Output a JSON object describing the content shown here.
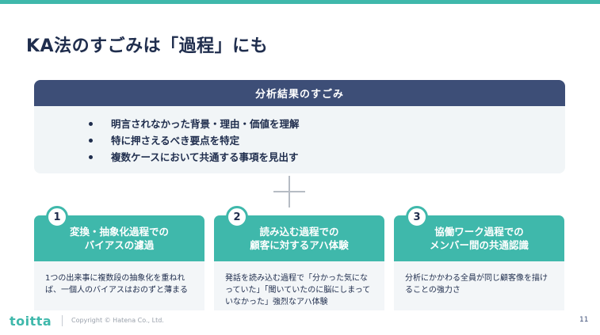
{
  "slide": {
    "title": "KA法のすごみは「過程」にも",
    "page_number": "11",
    "accent_color": "#3fb8ab",
    "header_color": "#3d4e77"
  },
  "results": {
    "header": "分析結果のすごみ",
    "items": [
      "明言されなかった背景・理由・価値を理解",
      "特に押さえるべき要点を特定",
      "複数ケースにおいて共通する事項を見出す"
    ]
  },
  "plus_icon": "plus-icon",
  "cards": [
    {
      "number": "1",
      "title_line1": "変換・抽象化過程での",
      "title_line2": "バイアスの濾過",
      "body": "1つの出来事に複数段の抽象化を重ねれば、一個人のバイアスはおのずと薄まる"
    },
    {
      "number": "2",
      "title_line1": "読み込む過程での",
      "title_line2": "顧客に対するアハ体験",
      "body": "発話を読み込む過程で「分かった気になっていた」「聞いていたのに脳にしまっていなかった」強烈なアハ体験"
    },
    {
      "number": "3",
      "title_line1": "協働ワーク過程での",
      "title_line2": "メンバー間の共通認識",
      "body": "分析にかかわる全員が同じ顧客像を描けることの強力さ"
    }
  ],
  "footer": {
    "logo": "toitta",
    "copyright": "Copyright © Hatena Co., Ltd."
  }
}
